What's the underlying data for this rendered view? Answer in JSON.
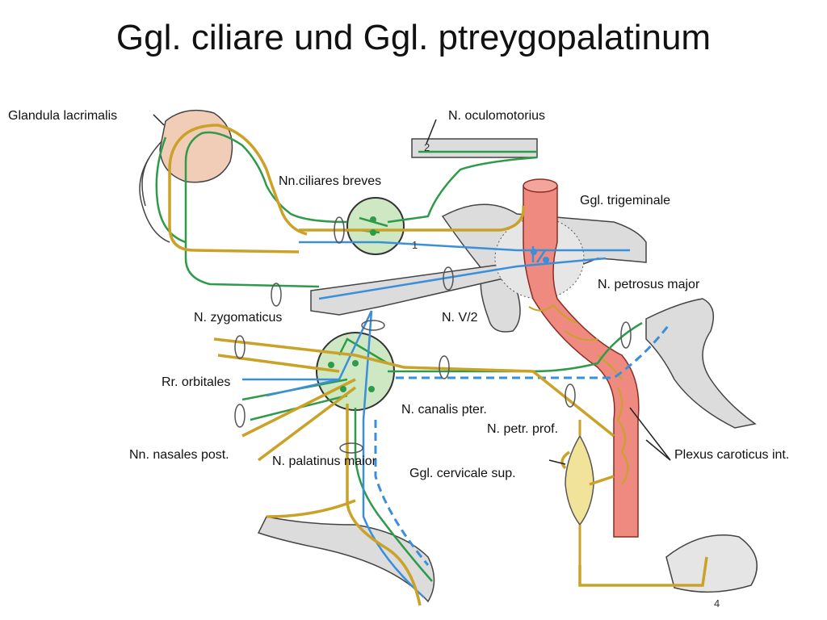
{
  "title": "Ggl. ciliare und Ggl. ptreygopalatinum",
  "labels": {
    "glandula_lacrimalis": "Glandula lacrimalis",
    "n_oculomotorius": "N. oculomotorius",
    "nn_ciliares_breves": "Nn.ciliares breves",
    "ggl_trigeminale": "Ggl. trigeminale",
    "n_petrosus_major": "N. petrosus major",
    "n_zygomaticus": "N. zygomaticus",
    "n_v2": "N. V/2",
    "rr_orbitales": "Rr. orbitales",
    "n_canalis_pter": "N. canalis pter.",
    "n_petr_prof": "N. petr. prof.",
    "nn_nasales_post": "Nn. nasales post.",
    "n_palatinus_maior": "N. palatinus maior",
    "ggl_cervicale_sup": "Ggl. cervicale sup.",
    "plexus_caroticus_int": "Plexus caroticus int."
  },
  "markers": {
    "one": "1",
    "two": "2",
    "four": "4"
  },
  "colors": {
    "parasympathetic_green": "#2e9a4a",
    "sensory_blue": "#3a8fd8",
    "ochre_nerve": "#c9a227",
    "artery_fill": "#ee8a80",
    "gland_fill": "#f1cdb8",
    "ganglion_fill": "#cfe8c4",
    "sympathetic_ganglion_fill": "#f2e39a",
    "bone_gray": "#dcdcdc"
  }
}
